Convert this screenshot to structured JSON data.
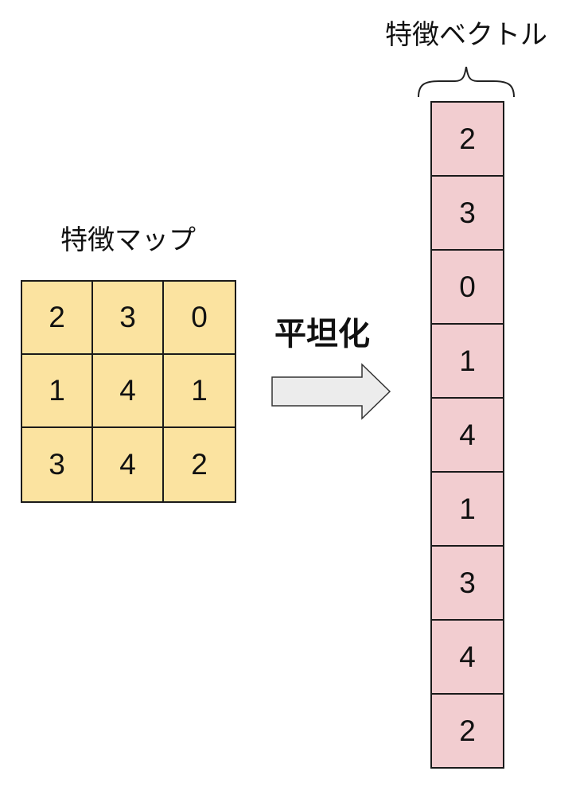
{
  "feature_map": {
    "title": "特徴マップ",
    "fill_color": "#fbe3a0",
    "rows": [
      [
        "2",
        "3",
        "0"
      ],
      [
        "1",
        "4",
        "1"
      ],
      [
        "3",
        "4",
        "2"
      ]
    ]
  },
  "operation": {
    "label": "平坦化",
    "arrow_icon": "right-arrow-icon"
  },
  "feature_vector": {
    "title": "特徴ベクトル",
    "fill_color": "#f2cdd0",
    "brace_icon": "curly-brace-icon",
    "values": [
      "2",
      "3",
      "0",
      "1",
      "4",
      "1",
      "3",
      "4",
      "2"
    ]
  }
}
